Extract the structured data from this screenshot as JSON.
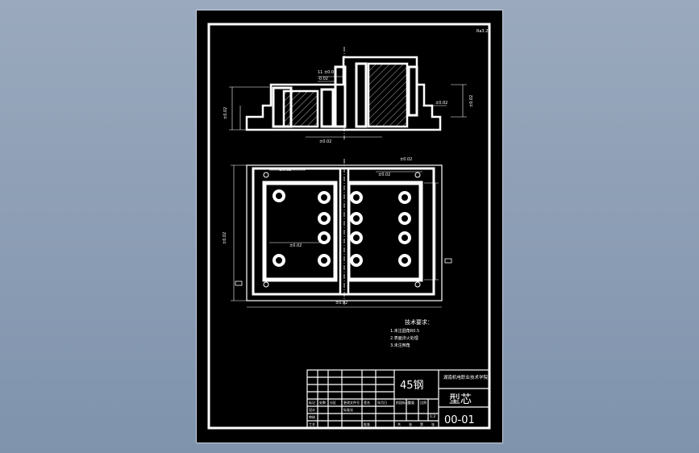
{
  "colors": {
    "viewport_background": "#8fa0b7",
    "sheet": "#000000",
    "line": "#ffffff"
  },
  "drawing": {
    "corner_mark": "Ra3.2",
    "top_view_dims": {
      "d_top1": "11 ±0.02",
      "d_top2": "-0.02",
      "d_left": "±0.02",
      "d_right": "±0.02",
      "d_bottom": "±0.02",
      "d_right_vertical": "±0.02"
    },
    "plan_view_dims": {
      "d_upper": "±0.02",
      "d_upper2": "±0.02",
      "d_mid": "±0.02",
      "d_hole": "±0.02",
      "d_bottom": "±0.02",
      "d_left_vertical": "±0.02"
    },
    "notes": {
      "title": "技术要求：",
      "lines": [
        "1.未注圆角R0.5",
        "2.表面淬火处理",
        "3.未注倒角"
      ]
    }
  },
  "title_block": {
    "material": "45钢",
    "school": "湖南机电职业技术学院",
    "part_name": "型芯",
    "drawing_number": "00-01",
    "scale": "1:2",
    "small_labels": [
      "标记",
      "处数",
      "分区",
      "更改文件号",
      "签名",
      "年月日",
      "设计",
      "标准化",
      "阶段标记",
      "重量",
      "比例",
      "审核",
      "工艺",
      "批准",
      "共",
      "张",
      "第",
      "张"
    ]
  }
}
